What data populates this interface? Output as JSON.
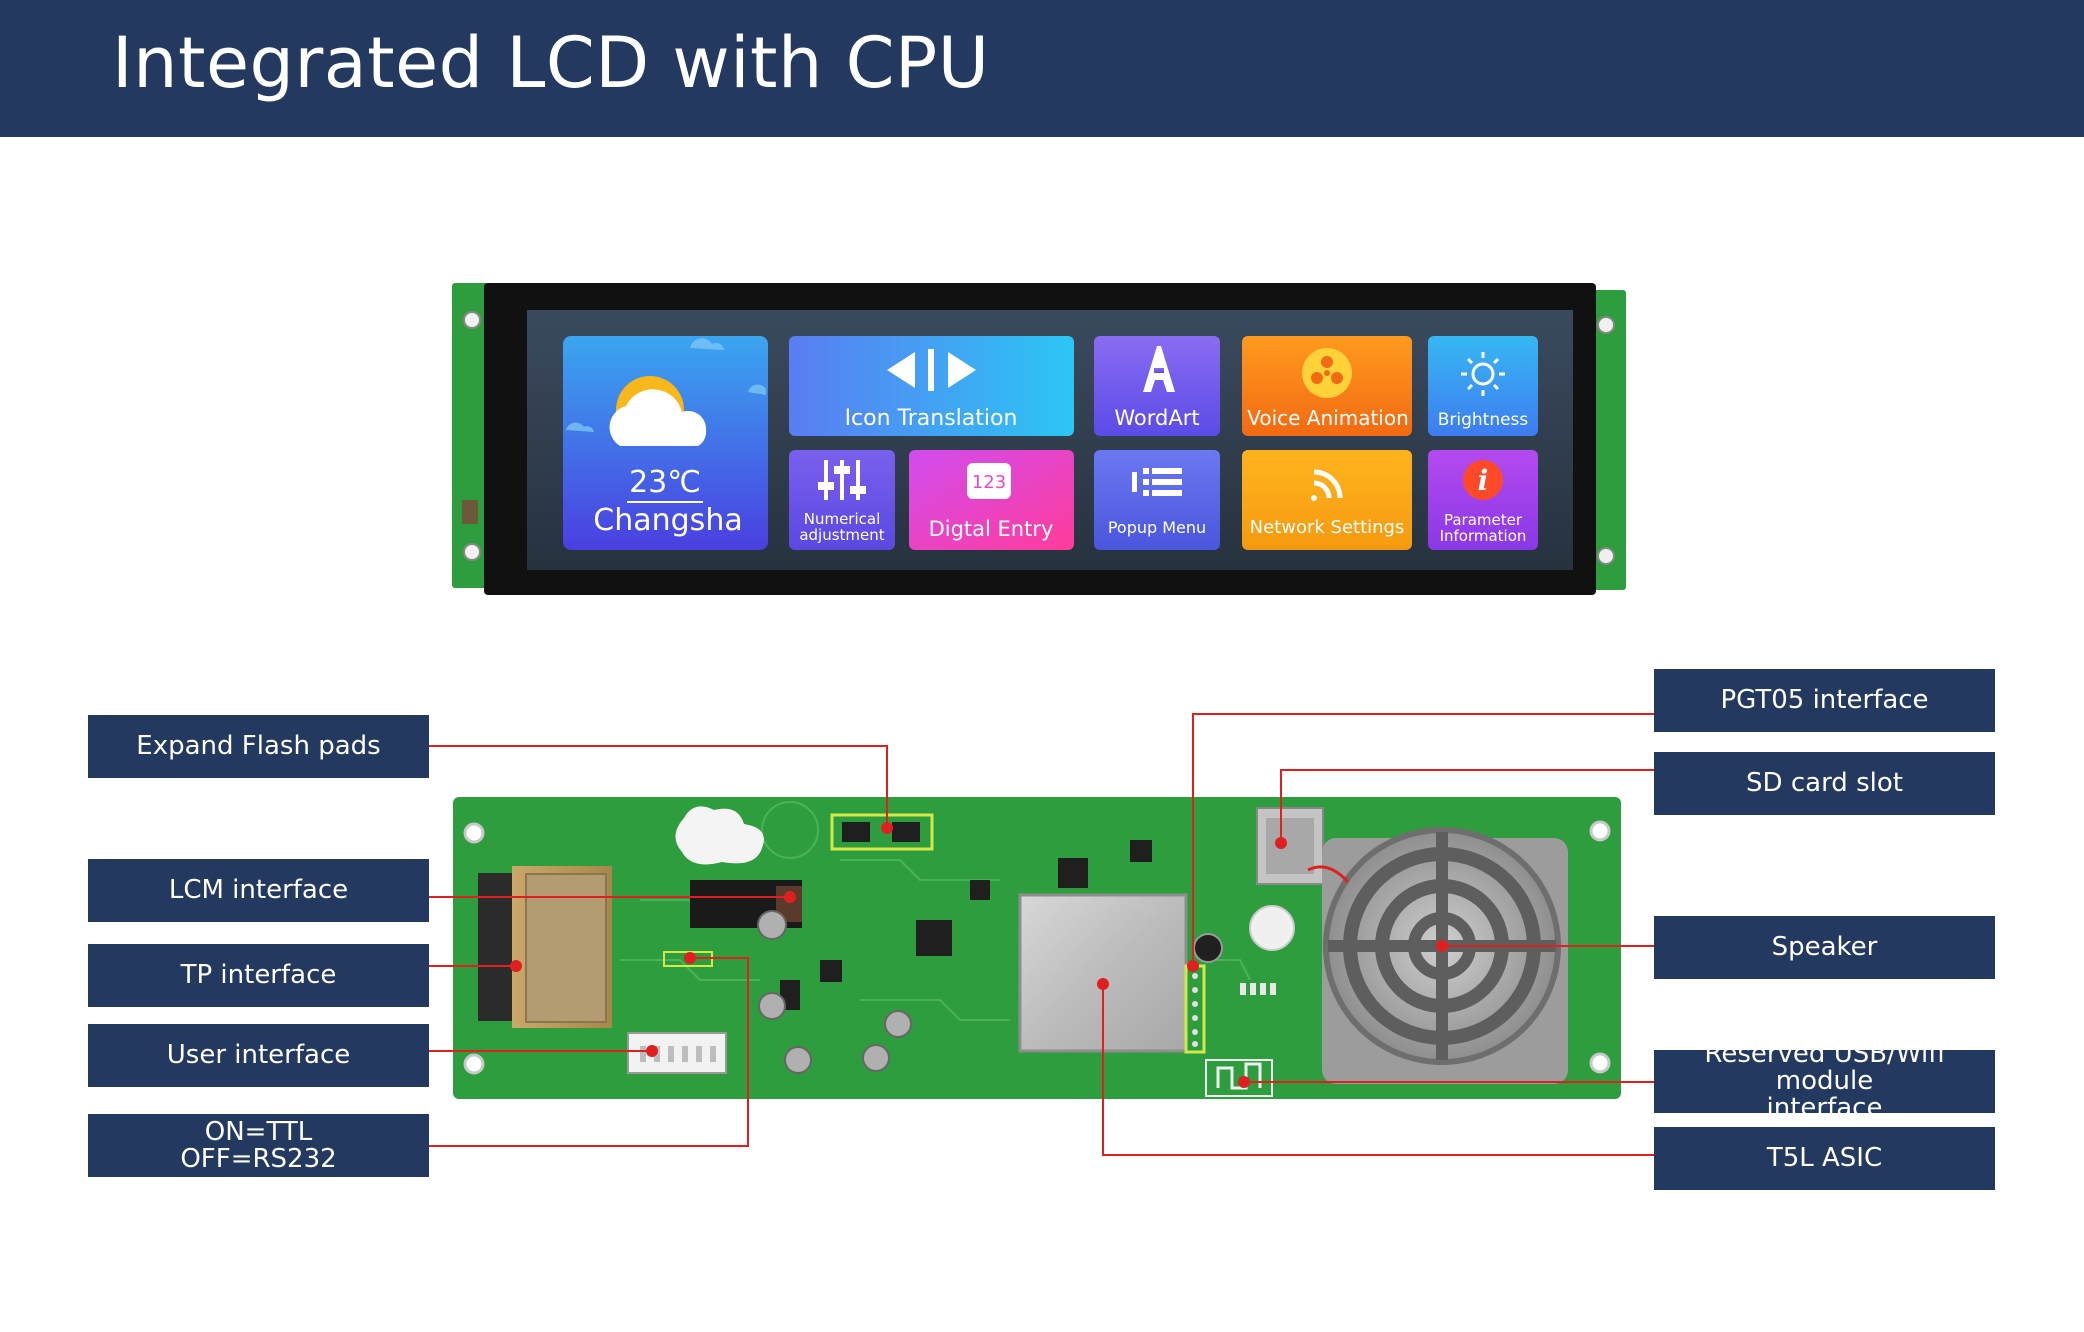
{
  "header": {
    "title": "Integrated LCD with CPU"
  },
  "lcd_screen": {
    "weather": {
      "temperature": "23℃",
      "city": "Changsha"
    },
    "tiles": {
      "icon_translation": "Icon Translation",
      "wordart": "WordArt",
      "voice_animation": "Voice Animation",
      "brightness": "Brightness",
      "numerical_line1": "Numerical",
      "numerical_line2": "adjustment",
      "digital_entry": "Digtal  Entry",
      "digital_badge": "123",
      "popup_menu": "Popup Menu",
      "network_settings": "Network Settings",
      "parameter_line1": "Parameter",
      "parameter_line2": "Information"
    },
    "icons": [
      "weather-cloud-icon",
      "arrows-icon",
      "letter-a-icon",
      "film-reel-icon",
      "sun-icon",
      "sliders-icon",
      "menu-icon",
      "wifi-icon",
      "info-icon"
    ]
  },
  "callouts_left": {
    "expand_flash": "Expand Flash pads",
    "lcm": "LCM interface",
    "tp": "TP interface",
    "user": "User interface",
    "ttl_line1": "ON=TTL",
    "ttl_line2": "OFF=RS232"
  },
  "callouts_right": {
    "pgt05": "PGT05 interface",
    "sd": "SD card slot",
    "speaker": "Speaker",
    "usb_line1": "Reserved USB/Wifi module",
    "usb_line2": "interface",
    "t5l": "T5L ASIC"
  },
  "colors": {
    "navy": "#243960",
    "pcb_green": "#2e9d3e",
    "leader_red": "#e02020",
    "bezel": "#111111"
  }
}
